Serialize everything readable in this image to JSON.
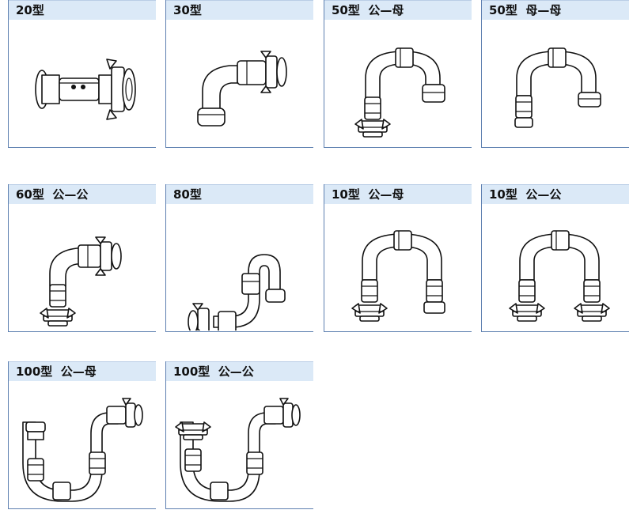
{
  "cards": [
    {
      "label": "20型"
    },
    {
      "label": "30型"
    },
    {
      "label": "50型  公—母"
    },
    {
      "label": "50型  母—母"
    },
    {
      "label": "60型  公—公"
    },
    {
      "label": "80型"
    },
    {
      "label": "10型  公—母"
    },
    {
      "label": "10型  公—公"
    },
    {
      "label": "100型  公—母"
    },
    {
      "label": "100型  公—公"
    }
  ],
  "colors": {
    "header_bg": "#dbe9f7",
    "border": "#5d7fb0",
    "outline": "#111111"
  }
}
